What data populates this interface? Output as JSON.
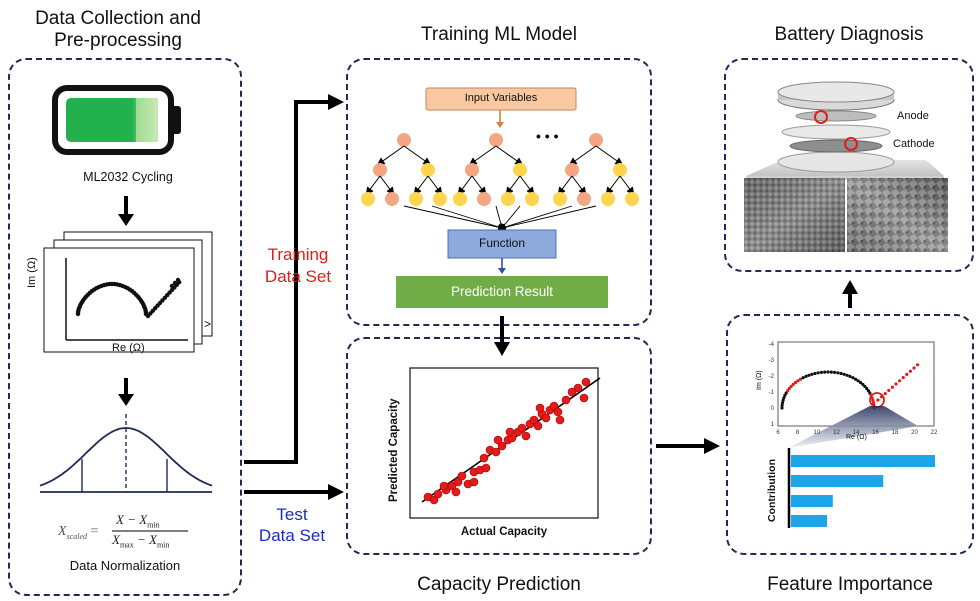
{
  "left_panel": {
    "title_line1": "Data Collection and",
    "title_line2": "Pre-processing",
    "battery_label": "ML2032 Cycling",
    "plot_ylabel": "Im (Ω)",
    "plot_xlabel": "Re (Ω)",
    "formula_lhs": "X",
    "formula_lhs_sub": "scaled",
    "formula_num": "X − X",
    "formula_num_sub": "min",
    "formula_den": "X",
    "formula_den_sub1": "max",
    "formula_den_mid": " − X",
    "formula_den_sub2": "min",
    "normalization_label": "Data Normalization"
  },
  "arrows": {
    "training_line1": "Training",
    "training_line2": "Data Set",
    "test_line1": "Test",
    "test_line2": "Data Set"
  },
  "training_panel": {
    "title": "Training ML Model",
    "input_label": "Input Variables",
    "ellipsis": "• • •",
    "function_label": "Function",
    "result_label": "Prediction Result"
  },
  "prediction_panel": {
    "title": "Capacity Prediction",
    "ylabel": "Predicted Capacity",
    "xlabel": "Actual Capacity"
  },
  "diagnosis_panel": {
    "title": "Battery Diagnosis",
    "anode_label": "Anode",
    "cathode_label": "Cathode"
  },
  "feature_panel": {
    "title": "Feature Importance",
    "plot_ylabel": "Im (Ω)",
    "plot_xlabel": "Re (Ω)",
    "x_ticks": [
      "6",
      "8",
      "10",
      "12",
      "14",
      "16",
      "18",
      "20",
      "22"
    ],
    "y_ticks": [
      "-4",
      "-3",
      "-2",
      "-1",
      "0",
      "1"
    ],
    "contribution_label": "Contribution",
    "contributions": [
      1.0,
      0.64,
      0.29,
      0.25
    ]
  },
  "colors": {
    "panel_border": "#1f2a56",
    "battery_green": "#22b14c",
    "input_box": "#f8c9a0",
    "function_box": "#8faadc",
    "result_box": "#70ad47",
    "tree_node_orange": "#f4a582",
    "tree_node_yellow": "#ffd54f",
    "scatter_red": "#e31b1b",
    "bar_blue": "#1ea4e9",
    "training_text": "#e31b1b",
    "test_text": "#1a2fbf"
  }
}
